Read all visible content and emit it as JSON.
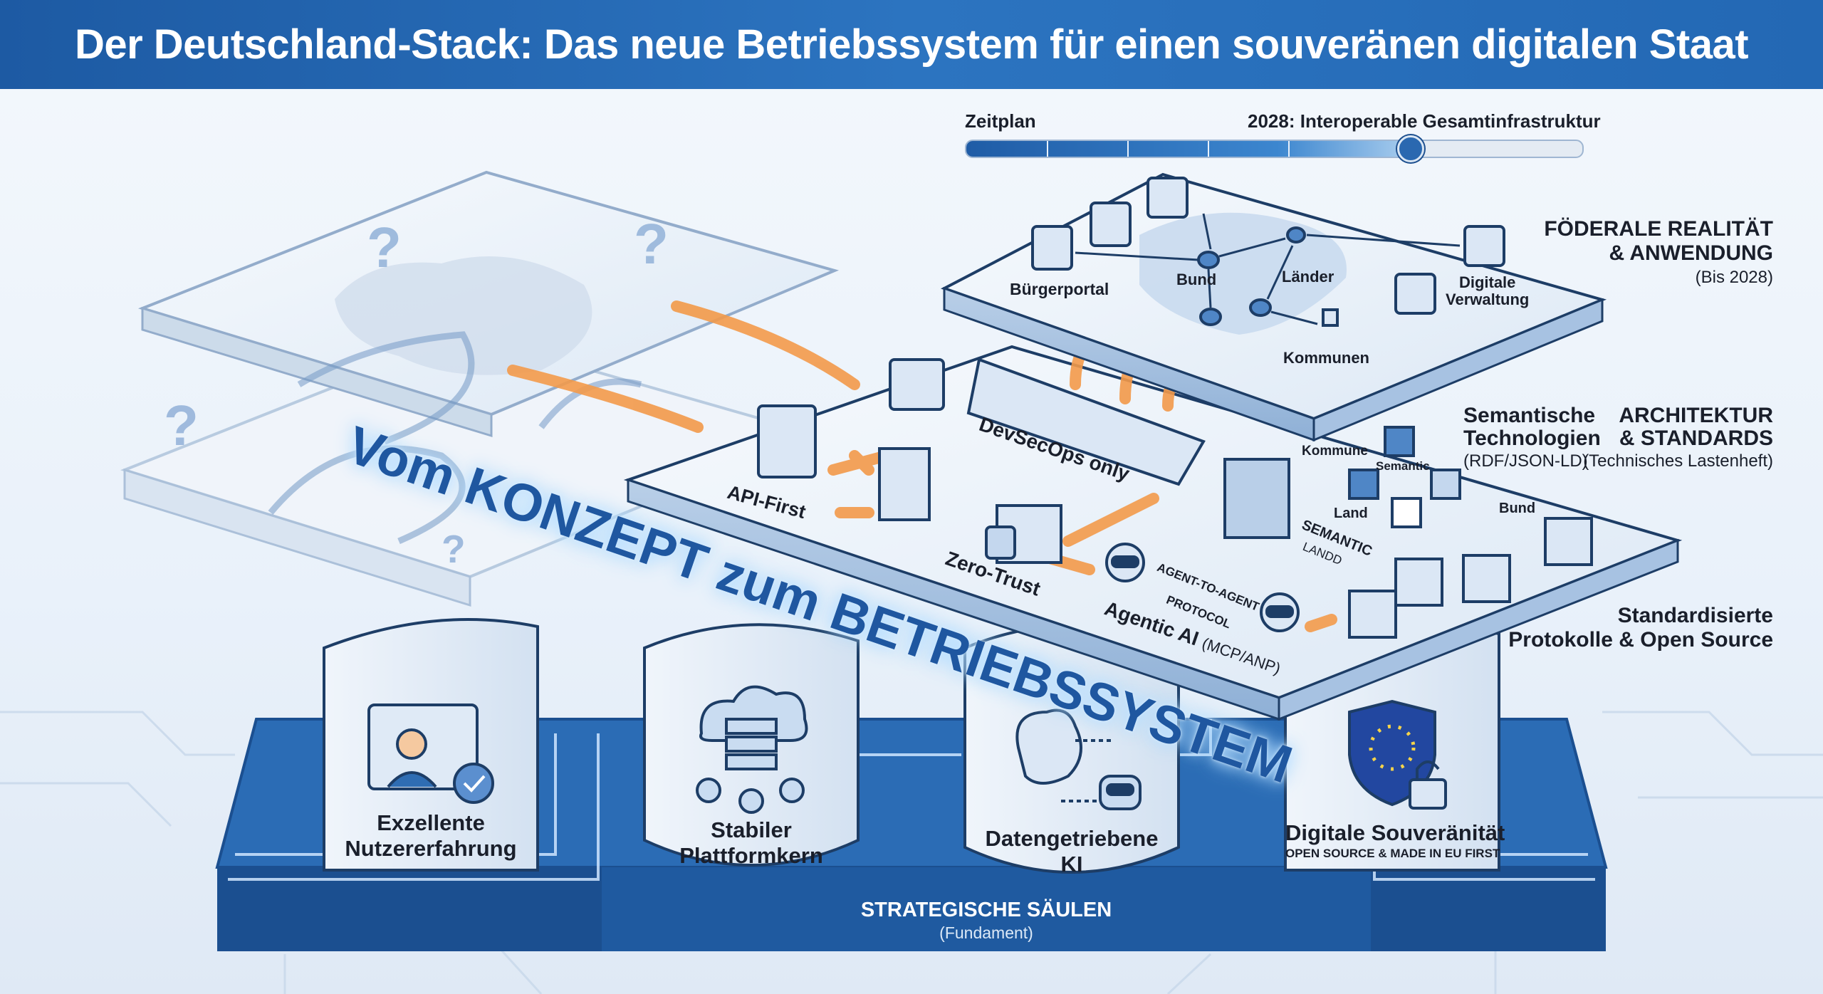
{
  "title": "Der Deutschland-Stack: Das neue Betriebssystem für einen souveränen digitalen Staat",
  "timeline": {
    "label": "Zeitplan",
    "milestone": "2028: Interoperable Gesamtinfrastruktur",
    "progress_percent": 72
  },
  "headline": "Vom KONZEPT zum BETRIEBSSYSTEM",
  "layers": {
    "federal": {
      "title": "FÖDERALE REALITÄT",
      "title2": "& ANWENDUNG",
      "sub": "(Bis 2028)",
      "nodes": {
        "buergerportal": "Bürgerportal",
        "bund": "Bund",
        "laender": "Länder",
        "digitale": "Digitale",
        "verwaltung": "Verwaltung",
        "kommunen": "Kommunen"
      }
    },
    "architecture": {
      "title": "ARCHITEKTUR",
      "title2": "& STANDARDS",
      "sub": "(Technisches Lastenheft)",
      "semantic_title": "Semantische",
      "semantic_title2": "Technologien",
      "semantic_sub": "(RDF/JSON-LD)",
      "protocols": "Standardisierte",
      "protocols2": "Protokolle & Open Source",
      "labels": {
        "api": "API-First",
        "devsecops": "DevSecOps only",
        "zerotrust": "Zero-Trust",
        "agentic": "Agentic AI",
        "agentic_sub": "(MCP/ANP)",
        "a2a": "AGENT-TO-AGENT",
        "protocol": "PROTOCOL",
        "semantic_caps": "SEMANTIC",
        "landd": "LANDD",
        "kommune": "Kommune",
        "semantic": "Semantic",
        "land": "Land",
        "bund": "Bund"
      }
    }
  },
  "pillars": [
    {
      "line1": "Exzellente",
      "line2": "Nutzererfahrung"
    },
    {
      "line1": "Stabiler",
      "line2": "Plattformkern"
    },
    {
      "line1": "Datengetriebene",
      "line2": "KI"
    },
    {
      "line1": "Digitale Souveränität",
      "line2": "OPEN SOURCE & MADE IN EU FIRST"
    }
  ],
  "foundation": {
    "title": "STRATEGISCHE SÄULEN",
    "sub": "(Fundament)"
  },
  "colors": {
    "primary": "#2368b4",
    "dark": "#1b4f90",
    "accent": "#f39a4a"
  }
}
